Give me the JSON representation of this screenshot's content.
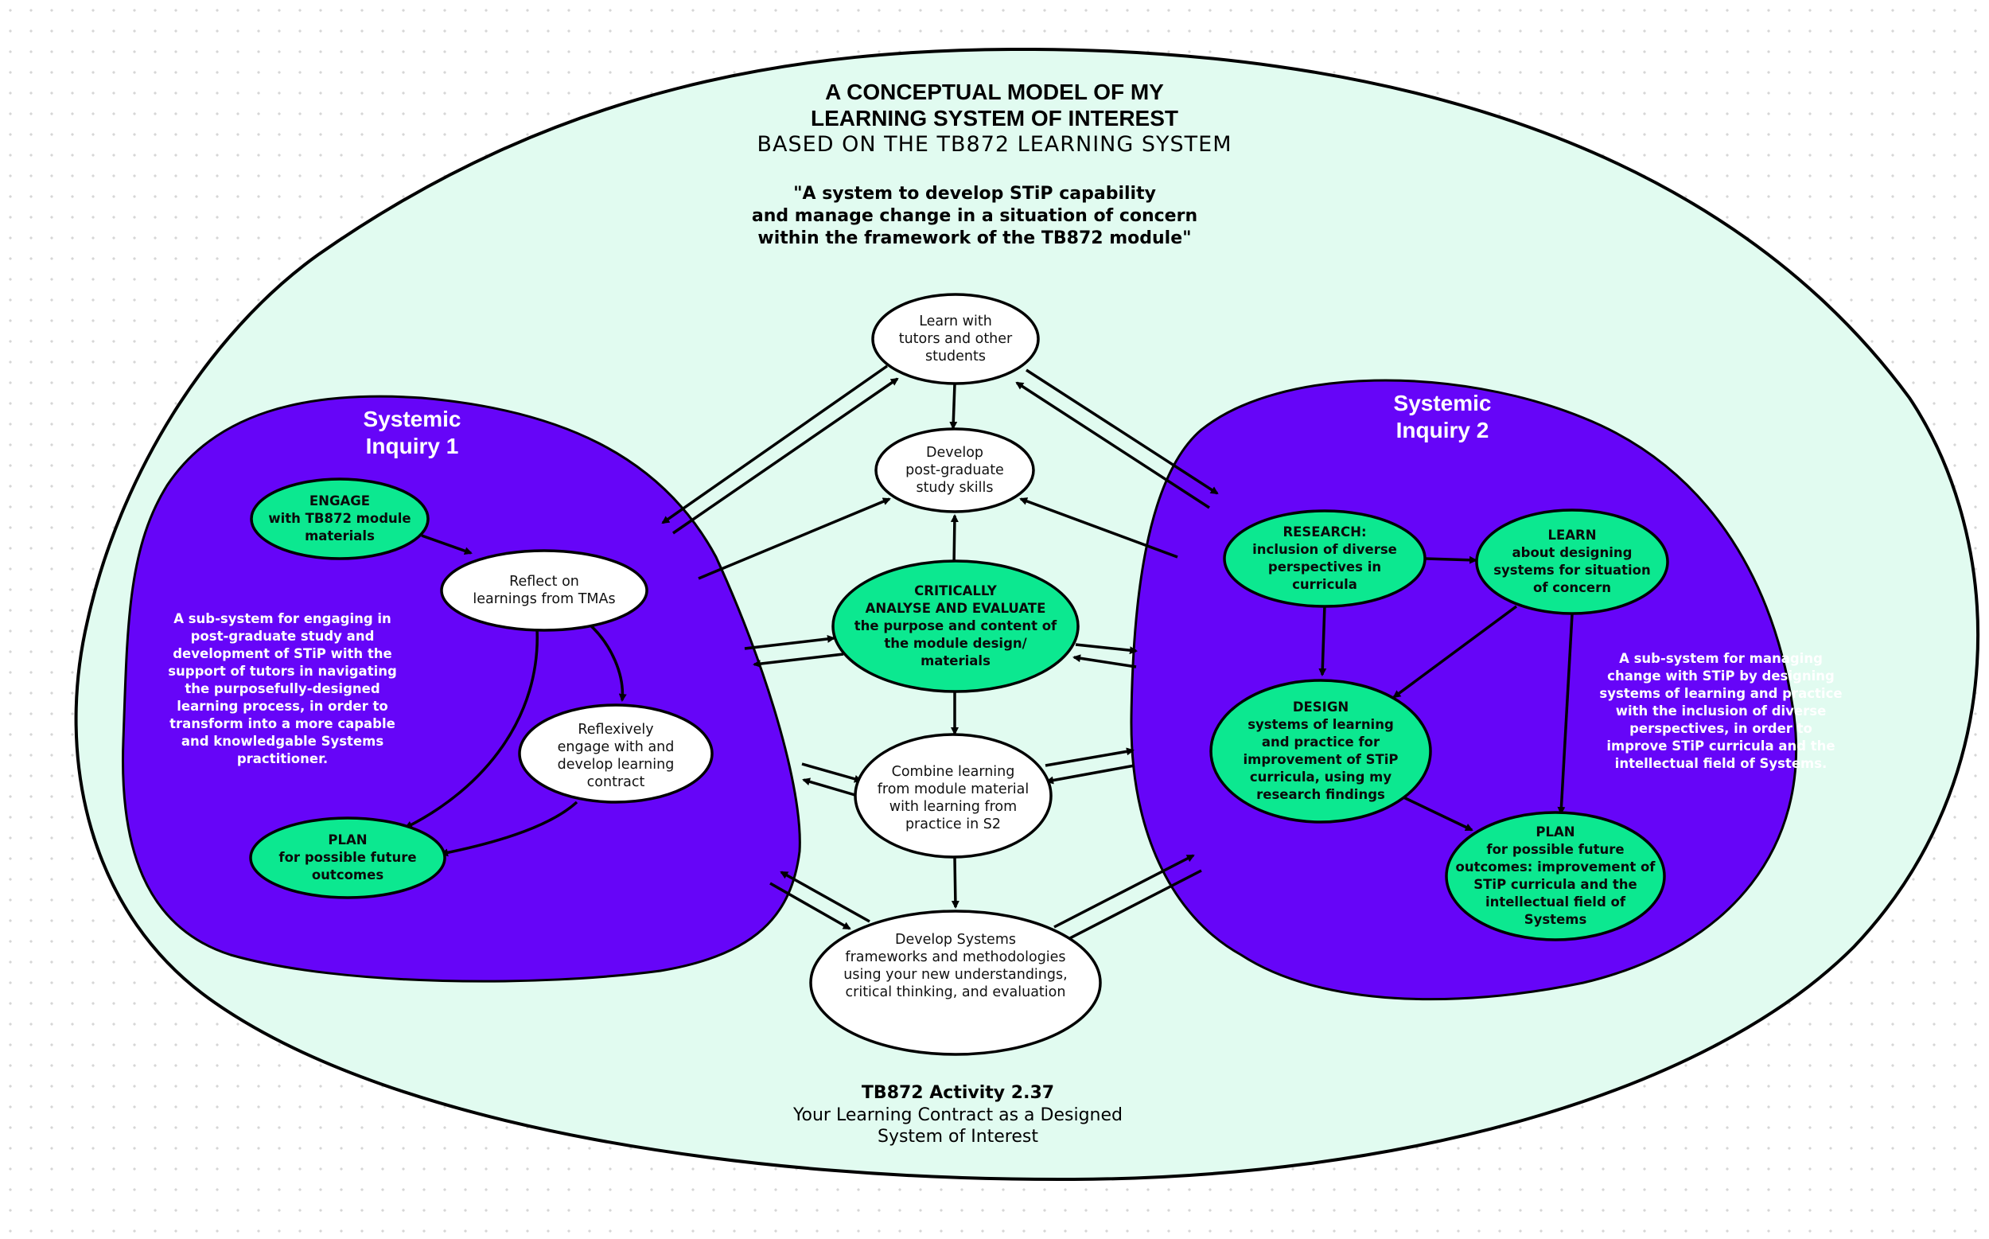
{
  "header": {
    "title_line1": "A CONCEPTUAL MODEL OF MY",
    "title_line2": "LEARNING SYSTEM OF INTEREST",
    "subtitle": "BASED ON THE TB872 LEARNING SYSTEM",
    "quote_line1": "\"A system to develop STiP capability",
    "quote_line2": "and manage change in a situation of concern",
    "quote_line3": "within the framework of the TB872 module\""
  },
  "central_nodes": {
    "learn_with_tutors": "Learn with\ntutors and other\nstudents",
    "develop_skills": "Develop\npost-graduate\nstudy skills",
    "critically_analyse": "CRITICALLY\nANALYSE AND EVALUATE\nthe purpose and content of\nthe module design/\nmaterials",
    "combine_learning": "Combine learning\nfrom module material\nwith learning from\npractice in S2",
    "develop_frameworks": "Develop Systems\nframeworks and methodologies\nusing your new understandings,\ncritical thinking, and evaluation"
  },
  "inquiry1": {
    "title": "Systemic\nInquiry 1",
    "engage": "ENGAGE\nwith TB872 module\nmaterials",
    "reflect": "Reflect on\nlearnings from TMAs",
    "reflexively": "Reflexively\nengage with and\ndevelop learning\ncontract",
    "plan": "PLAN\nfor possible future\noutcomes",
    "description": "A sub-system for engaging in\npost-graduate study and\ndevelopment of STiP with the\nsupport of tutors in navigating\nthe purposefully-designed\nlearning process, in order to\ntransform into a more capable\nand knowledgable Systems\npractitioner."
  },
  "inquiry2": {
    "title": "Systemic\nInquiry 2",
    "research": "RESEARCH:\ninclusion of diverse\nperspectives in\ncurricula",
    "learn": "LEARN\nabout designing\nsystems for situation\nof concern",
    "design": "DESIGN\nsystems of learning\nand practice for\nimprovement of STiP\ncurricula, using my\nresearch findings",
    "plan": "PLAN\nfor possible future\noutcomes: improvement of\nSTiP curricula and the\nintellectual field of\nSystems",
    "description": "A sub-system for managing\nchange with STiP by designing\nsystems of learning and practice\nwith the inclusion of diverse\nperspectives, in order to\nimprove STiP curricula and the\nintellectual field of Systems."
  },
  "footer": {
    "activity": "TB872 Activity 2.37",
    "caption": "Your Learning Contract as a Designed\nSystem of Interest"
  },
  "colors": {
    "boundary_fill": "#e1fbf0",
    "subsystem_fill": "#6605f8",
    "green_node": "#0ce890",
    "white_node": "#ffffff",
    "stroke": "#000000"
  }
}
